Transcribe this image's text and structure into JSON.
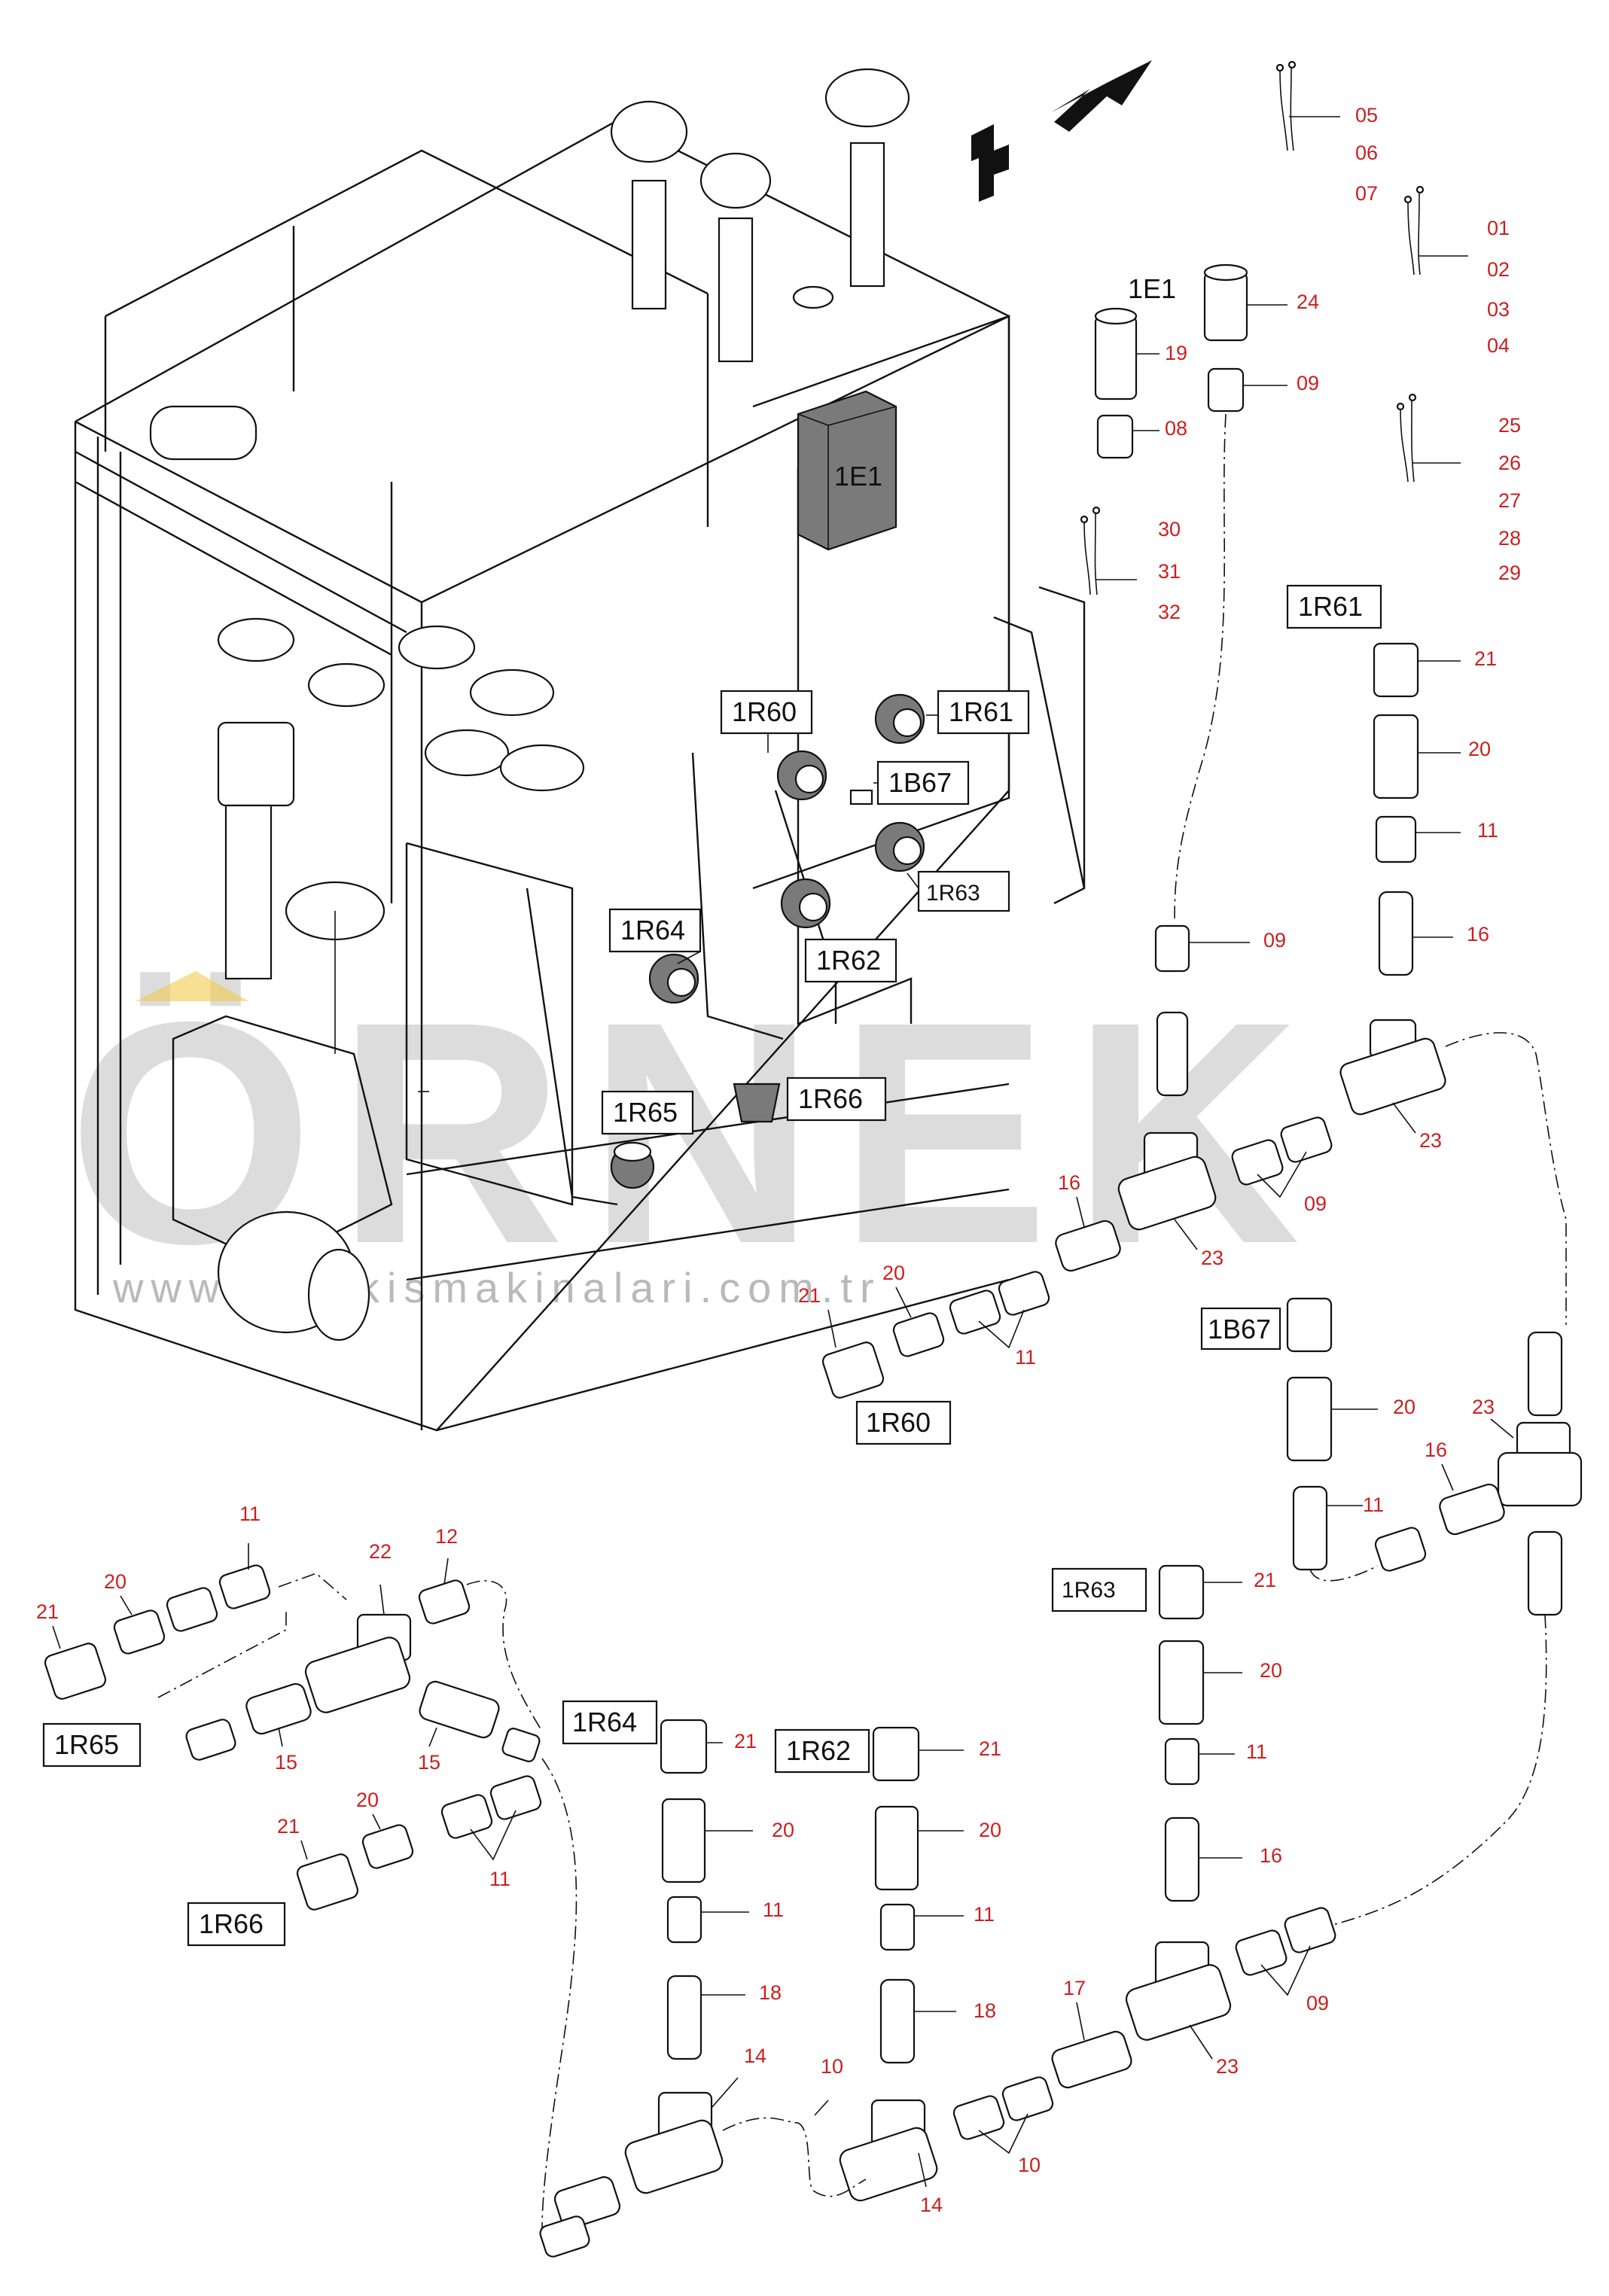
{
  "direction_marker": "F",
  "watermark": {
    "brand": "ÖRNEK",
    "url": "www.ornekismakinalari.com.tr"
  },
  "unit_labels": {
    "u1E1": "1E1",
    "u1E1_callout": "1E1",
    "u1R60": "1R60",
    "u1R61": "1R61",
    "u1R62": "1R62",
    "u1R63": "1R63",
    "u1R64": "1R64",
    "u1R65": "1R65",
    "u1R66": "1R66",
    "u1B67": "1B67"
  },
  "group_labels": {
    "g1R61": "1R61",
    "g1R60": "1R60",
    "g1B67": "1B67",
    "g1R63": "1R63",
    "g1R64": "1R64",
    "g1R62": "1R62",
    "g1R65": "1R65",
    "g1R66": "1R66"
  },
  "cable_numbers": {
    "c05": "05",
    "c06": "06",
    "c07": "07",
    "c01": "01",
    "c02": "02",
    "c03": "03",
    "c04": "04",
    "c25": "25",
    "c26": "26",
    "c27": "27",
    "c28": "28",
    "c29": "29",
    "c30": "30",
    "c31": "31",
    "c32": "32"
  },
  "part_numbers": {
    "p24": "24",
    "p19": "19",
    "p09a": "09",
    "p08": "08",
    "r61_21": "21",
    "r61_20": "20",
    "r61_11": "11",
    "r61_16": "16",
    "p09b": "09",
    "p23a": "23",
    "p09c": "09",
    "p23b": "23",
    "p16b": "16",
    "p20b": "20",
    "p21b": "21",
    "p11b": "11",
    "b67_20": "20",
    "b67_23": "23",
    "b67_16": "16",
    "b67_11": "11",
    "r63_21": "21",
    "r63_20": "20",
    "r63_11": "11",
    "r63_16": "16",
    "r63_09": "09",
    "r63_23": "23",
    "r63_17": "17",
    "r63_10": "10",
    "r62_21": "21",
    "r62_20": "20",
    "r62_11": "11",
    "r62_18": "18",
    "r62_14": "14",
    "r64_21": "21",
    "r64_20": "20",
    "r64_11": "11",
    "r64_18": "18",
    "r64_14": "14",
    "p10": "10",
    "r65_11": "11",
    "r65_20": "20",
    "r65_21": "21",
    "r65_22": "22",
    "r65_12": "12",
    "r65_15a": "15",
    "r65_15b": "15",
    "r66_21": "21",
    "r66_20": "20",
    "r66_11": "11"
  },
  "colors": {
    "callout": "#cc1f1f",
    "line": "#111111",
    "watermark": "#dcdcdc",
    "watermark_accent": "#f2c94c",
    "module_fill": "#7a7a7a"
  }
}
